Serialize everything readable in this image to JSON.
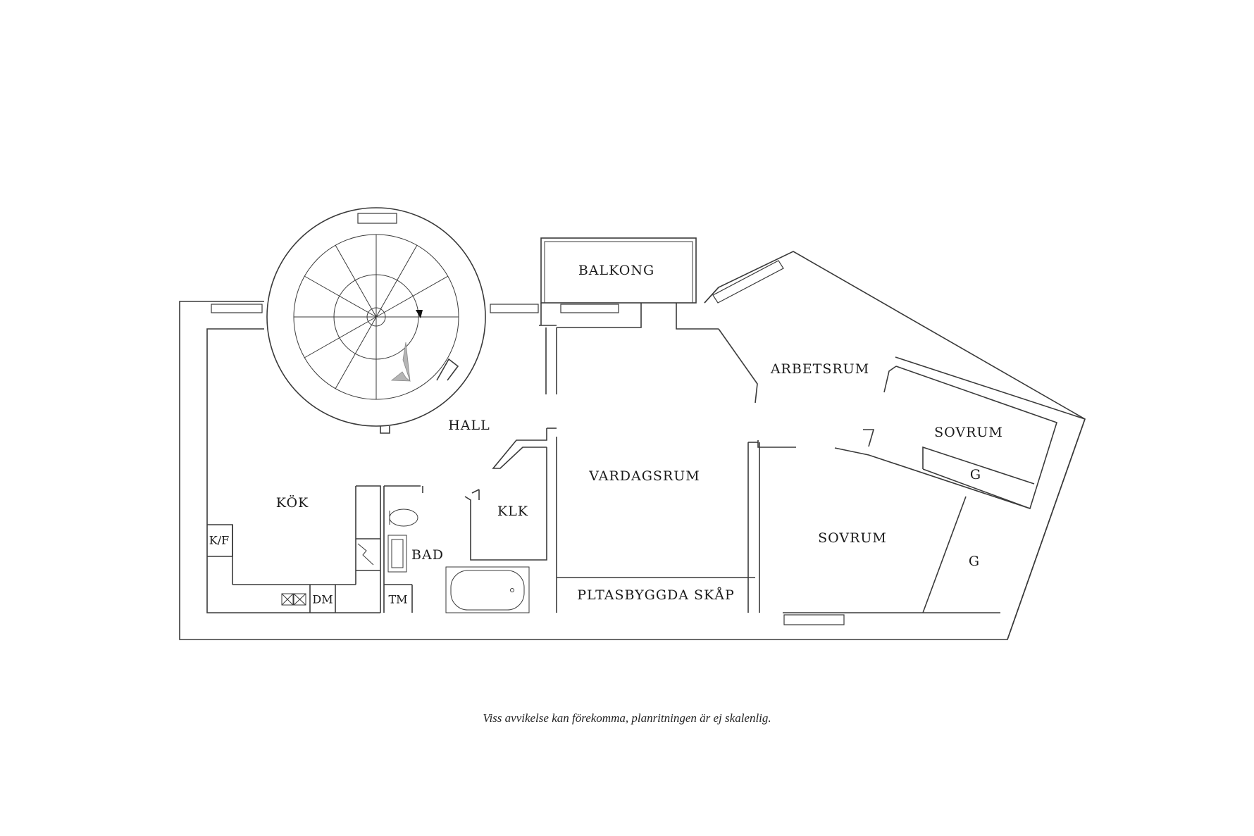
{
  "rooms": {
    "balkong": "BALKONG",
    "hall": "HALL",
    "arbetsrum": "ARBETSRUM",
    "sovrum_1": "SOVRUM",
    "sovrum_2": "SOVRUM",
    "vardagsrum": "VARDAGSRUM",
    "kok": "KÖK",
    "klk": "KLK",
    "bad": "BAD",
    "g_1": "G",
    "g_2": "G",
    "kf": "K/F",
    "dm": "DM",
    "tm": "TM",
    "platsbyggda": "PLTASBYGGDA SKÅP"
  },
  "disclaimer": "Viss avvikelse kan förekomma, planritningen är ej skalenlig.",
  "colors": {
    "line": "#3a3a3a",
    "stair_arrow": "#b5b5b5"
  }
}
